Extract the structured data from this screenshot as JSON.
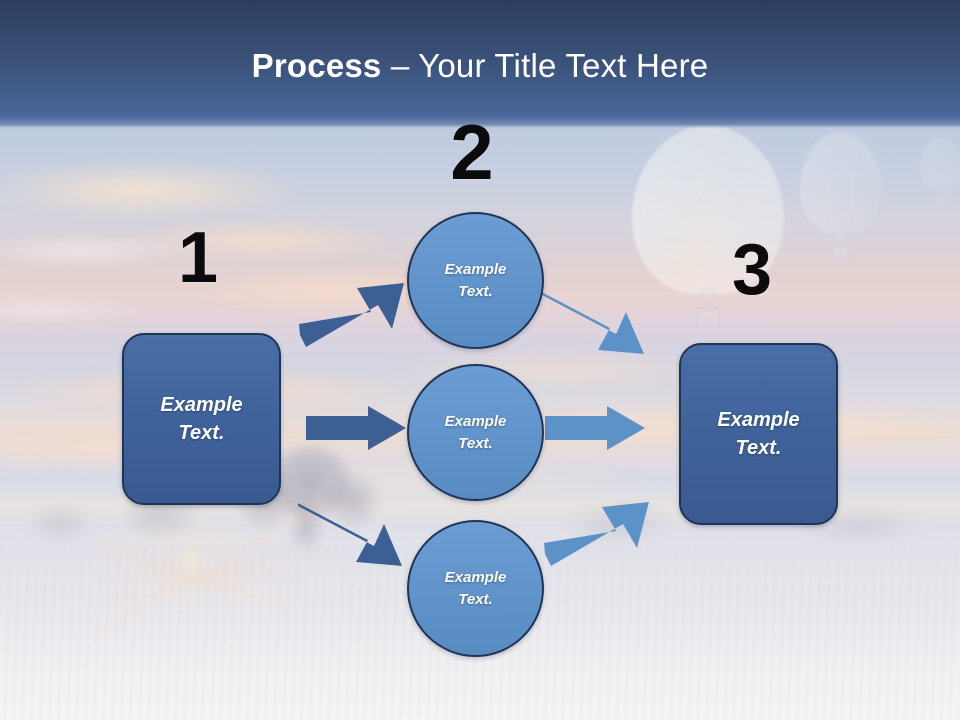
{
  "slide": {
    "title_bold": "Process",
    "title_rest": " – Your Title Text Here",
    "title_full": "Process – Your Title Text Here"
  },
  "theme": {
    "header_top": "#2c3e5f",
    "header_bottom": "#4a6799",
    "box_fill": "#3f6199",
    "box_border": "#1f3457",
    "circle_fill": "#6193cb",
    "circle_border": "#1f3457",
    "arrow_dark": "#3d6094",
    "arrow_light": "#5d92c8",
    "number_color": "#0b0b0d",
    "text_color": "#ffffff"
  },
  "steps": {
    "number_1": "1",
    "number_2": "2",
    "number_3": "3"
  },
  "shapes": {
    "box_start_text": "Example\nText.",
    "box_end_text": "Example\nText.",
    "circle_top_text": "Example\nText.",
    "circle_middle_text": "Example\nText.",
    "circle_bottom_text": "Example\nText."
  },
  "background": {
    "scene": "sunrise-field-with-hot-air-balloons",
    "balloon_large": "hot-air-balloon-large",
    "balloon_mid": "hot-air-balloon-medium",
    "balloon_far": "hot-air-balloon-distant",
    "sun": "sunrise-sun",
    "trees": "tree-silhouettes"
  }
}
